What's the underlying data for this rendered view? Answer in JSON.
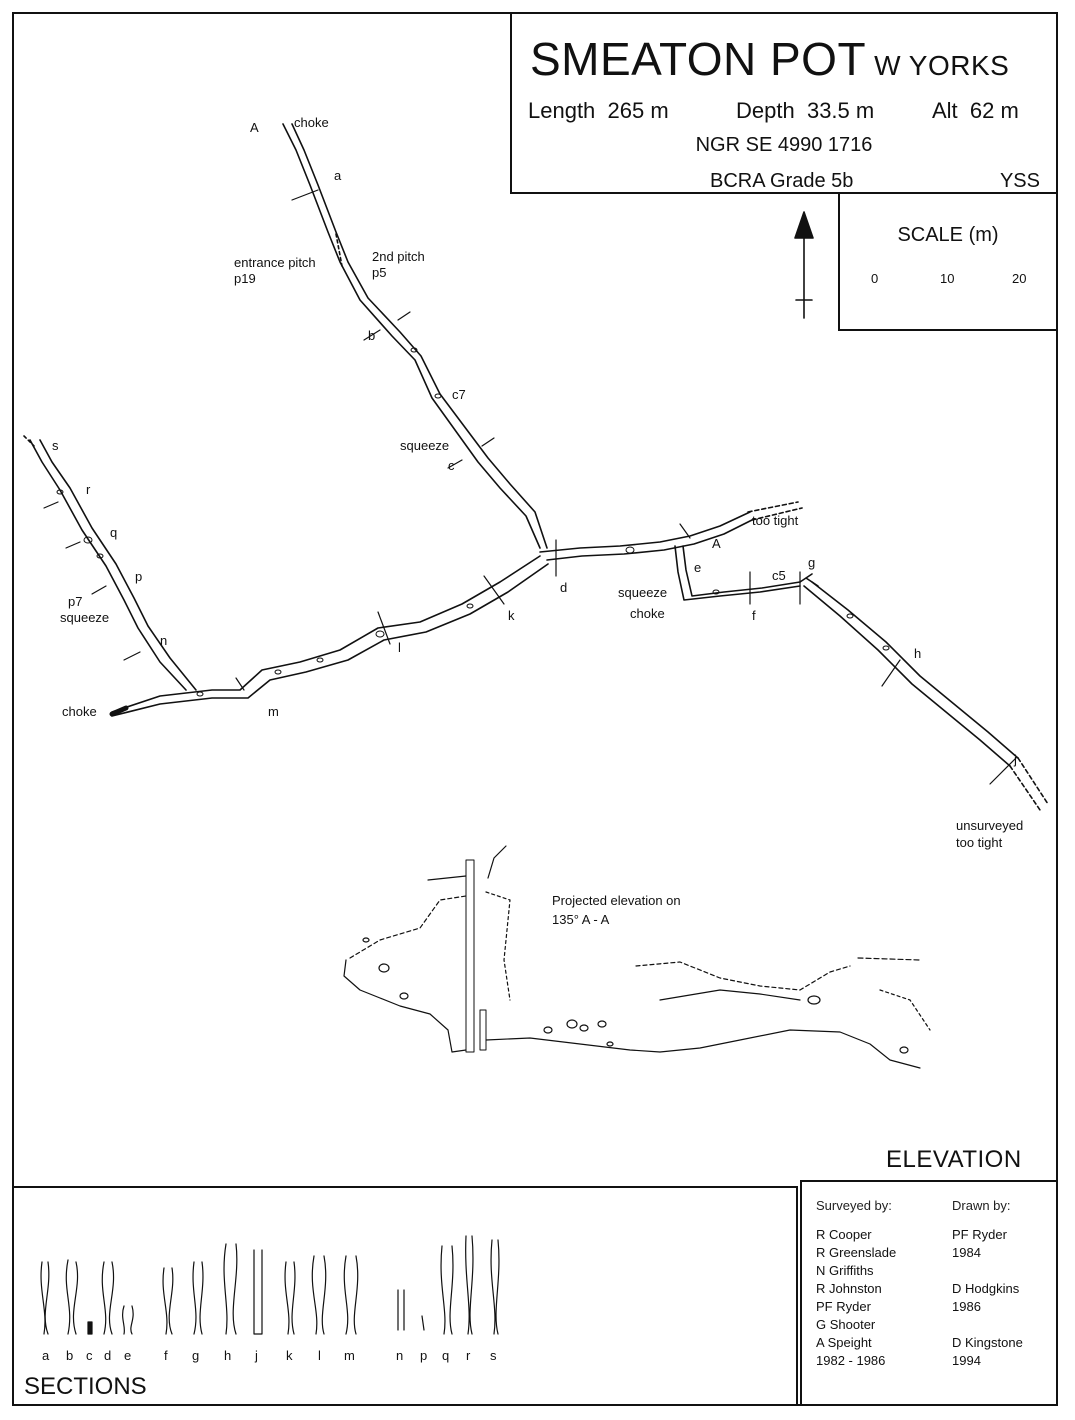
{
  "title": {
    "name": "SMEATON POT",
    "region": "W YORKS"
  },
  "stats": {
    "length_label": "Length",
    "length_value": "265 m",
    "depth_label": "Depth",
    "depth_value": "33.5 m",
    "alt_label": "Alt",
    "alt_value": "62 m"
  },
  "ngr": "NGR SE 4990 1716",
  "grade": "BCRA Grade 5b",
  "club": "YSS",
  "scale": {
    "title": "SCALE  (m)",
    "ticks": [
      "0",
      "10",
      "20"
    ]
  },
  "plan_labels": {
    "A_top": "A",
    "choke_top": "choke",
    "a": "a",
    "entrance_pitch": "entrance pitch",
    "p19": "p19",
    "second_pitch": "2nd pitch",
    "p5": "p5",
    "b": "b",
    "c7": "c7",
    "squeeze_c": "squeeze",
    "c": "c",
    "s": "s",
    "r": "r",
    "q": "q",
    "p": "p",
    "p7": "p7",
    "squeeze_p": "squeeze",
    "n": "n",
    "choke_left": "choke",
    "m": "m",
    "l": "l",
    "k": "k",
    "d": "d",
    "too_tight_top": "too tight",
    "A_right": "A",
    "e": "e",
    "squeeze_e": "squeeze",
    "choke_e": "choke",
    "c5": "c5",
    "g": "g",
    "f": "f",
    "h": "h",
    "j": "j",
    "unsurveyed": "unsurveyed",
    "too_tight_bottom": "too tight"
  },
  "elevation": {
    "caption_line1": "Projected elevation on",
    "caption_line2": "135°  A - A",
    "title": "ELEVATION"
  },
  "sections": {
    "title": "SECTIONS",
    "labels": [
      "a",
      "b",
      "c",
      "d",
      "e",
      "f",
      "g",
      "h",
      "j",
      "k",
      "l",
      "m",
      "n",
      "p",
      "q",
      "r",
      "s"
    ]
  },
  "credits": {
    "surveyed_heading": "Surveyed by:",
    "surveyors": [
      "R Cooper",
      "R Greenslade",
      "N Griffiths",
      "R Johnston",
      "PF Ryder",
      "G Shooter",
      "A Speight",
      "1982 - 1986"
    ],
    "drawn_heading": "Drawn by:",
    "drawn": [
      "PF Ryder",
      "1984",
      "",
      "D Hodgkins",
      "1986",
      "",
      "D Kingstone",
      "1994"
    ]
  }
}
